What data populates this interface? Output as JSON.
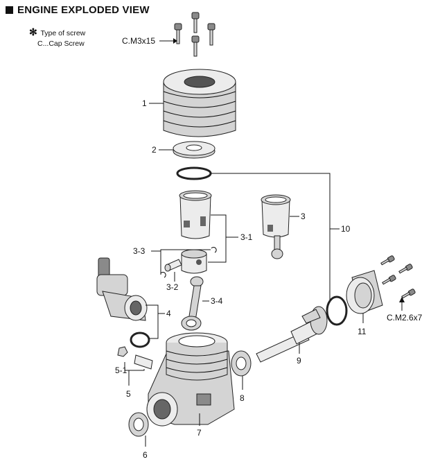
{
  "header": {
    "title": "ENGINE EXPLODED VIEW"
  },
  "notes": {
    "star_symbol": "✻",
    "screw_type": "Type of screw",
    "cap_screw": "C...Cap Screw"
  },
  "callouts": {
    "screw_m3x15": "C.M3x15",
    "screw_m26x7": "C.M2.6x7",
    "p1": "1",
    "p2": "2",
    "p3": "3",
    "p3_1": "3-1",
    "p3_2": "3-2",
    "p3_3": "3-3",
    "p3_4": "3-4",
    "p4": "4",
    "p5": "5",
    "p5_1": "5-1",
    "p6": "6",
    "p7": "7",
    "p8": "8",
    "p9": "9",
    "p10": "10",
    "p11": "11"
  }
}
